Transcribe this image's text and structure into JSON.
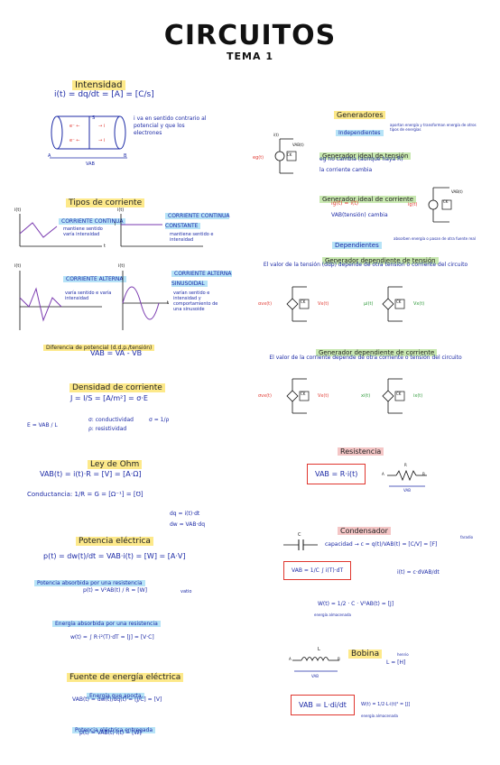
{
  "title": "CIRCUITOS",
  "subtitle": "TEMA 1",
  "left": {
    "intensidad": {
      "heading": "Intensidad",
      "formula": "i(t) = dq/dt = [A] = [C/s]",
      "note": "i va en sentido contrario al potencial y que los electrones",
      "labels": {
        "a": "A",
        "b": "B",
        "s": "S",
        "vab": "VAB"
      }
    },
    "tipos": {
      "heading": "Tipos de corriente",
      "cc": {
        "tag": "CORRIENTE CONTINUA",
        "desc": "mantiene sentido varía intensidad"
      },
      "ccc": {
        "tag": "CORRIENTE CONTINUA CONSTANTE",
        "desc": "mantiene sentido e intensidad"
      },
      "ca": {
        "tag": "CORRIENTE ALTERNA",
        "desc": "varía sentido e varía intensidad"
      },
      "cas": {
        "tag": "CORRIENTE ALTERNA SINUSOIDAL",
        "desc": "varían sentido e intensidad y comportamiento de una sinusoide"
      },
      "axis_i": "i(t)",
      "axis_t": "t",
      "axis_I": "I"
    },
    "ddp": {
      "heading": "Diferencia de potencial (d.d.p./tensión)",
      "formula": "VAB = VA - VB"
    },
    "densidad": {
      "heading": "Densidad de corriente",
      "formula": "J = I/S = [A/m²] = σ·E",
      "sigma": "σ: conductividad",
      "rho": "ρ: resistividad",
      "sigma_rho": "σ = 1/ρ",
      "e": "E = VAB / L"
    },
    "ohm": {
      "heading": "Ley de Ohm",
      "formula": "VAB(t) = i(t)·R = [V] = [A·Ω]",
      "conductancia": "Conductancia: 1/R = G = [Ω⁻¹] = [℧]"
    },
    "potencia": {
      "heading": "Potencia eléctrica",
      "side1": "dq = i(t)·dt",
      "side2": "dw = VAB·dq",
      "formula": "p(t) = dw(t)/dt = VAB·i(t) = [W] = [A·V]",
      "res_tag": "Potencia absorbida por una resistencia",
      "res_formula": "p(t) = V²AB(t) / R = [W]",
      "res_unit": "vatio",
      "energia_tag": "Energía absorbida por una resistencia",
      "energia_formula": "w(t) = ∫ R·i²(T)·dT = [J] = [V·C]"
    },
    "fuente": {
      "heading": "Fuente de energía eléctrica",
      "energia_tag": "Energía que aporta",
      "energia_formula": "VAB(t) = dw(t)/dq(t) = [J/C] = [V]",
      "pot_tag": "Potencia eléctrica entregada",
      "pot_formula": "p(t) = VAB(t)·i(t) = [W]"
    }
  },
  "right": {
    "generadores": {
      "heading": "Generadores",
      "indep_tag": "Independientes",
      "indep_note": "aportan energía y transforman energía de otros tipos de energías",
      "tension_tag": "Generador ideal de tensión",
      "tension_l1": "eg no cambia (aunque haya R)",
      "tension_l2": "la corriente cambia",
      "corriente_tag": "Generador ideal de corriente",
      "corriente_l1": "ig(t) = i(t)",
      "corriente_l2": "VAB(tensión) cambia",
      "dep_tag": "Dependientes",
      "dep_note": "absorben energía o pasan de otra fuente real",
      "depT_tag": "Generador dependiente de tensión",
      "depT_desc": "El valor de la tensión (ddp) depende de otra tensión o corriente del circuito",
      "depC_tag": "Generador dependiente de corriente",
      "depC_desc": "El valor de la corriente depende de otra corriente o tensión del circuito",
      "eg": "eg(t)",
      "ig": "ig(t)",
      "vab": "VAB(t)",
      "it": "i(t)",
      "ck": "CK",
      "avx": "αvx(t)",
      "vx": "Vx(t)",
      "mu": "μi(t)",
      "ix": "ix(t)",
      "svx": "σvx(t)",
      "xix": "xi(t)"
    },
    "resistencia": {
      "heading": "Resistencia",
      "formula": "VAB = R·i(t)",
      "r": "R",
      "vab": "VAB",
      "a": "A",
      "b": "B"
    },
    "condensador": {
      "heading": "Condensador",
      "c": "C",
      "cap": "capacidad → c = q(t)/VAB(t) = [C/V] = [F]",
      "faradio": "faradio",
      "box": "VAB = 1/C ∫ i(T)·dT",
      "it": "i(t) = c·dVAB/dt",
      "energia": "W(t) = 1/2 · C · V²AB(t) = [J]",
      "energia_note": "energía almacenada"
    },
    "bobina": {
      "heading": "Bobina",
      "l": "L",
      "henrio": "henrio",
      "unit": "L = [H]",
      "vab": "VAB",
      "a": "A",
      "b": "B",
      "box": "VAB = L·di/dt",
      "energia": "W(t) = 1/2·L·i(t)² = [J]",
      "energia_note": "energía almacenada"
    }
  },
  "colors": {
    "ink": "#1c2aa6",
    "yellow": "#fde98a",
    "green": "#c8e8b0",
    "blue": "#b6e3f7",
    "red": "#e0362e",
    "pink": "#f4c6c6"
  }
}
